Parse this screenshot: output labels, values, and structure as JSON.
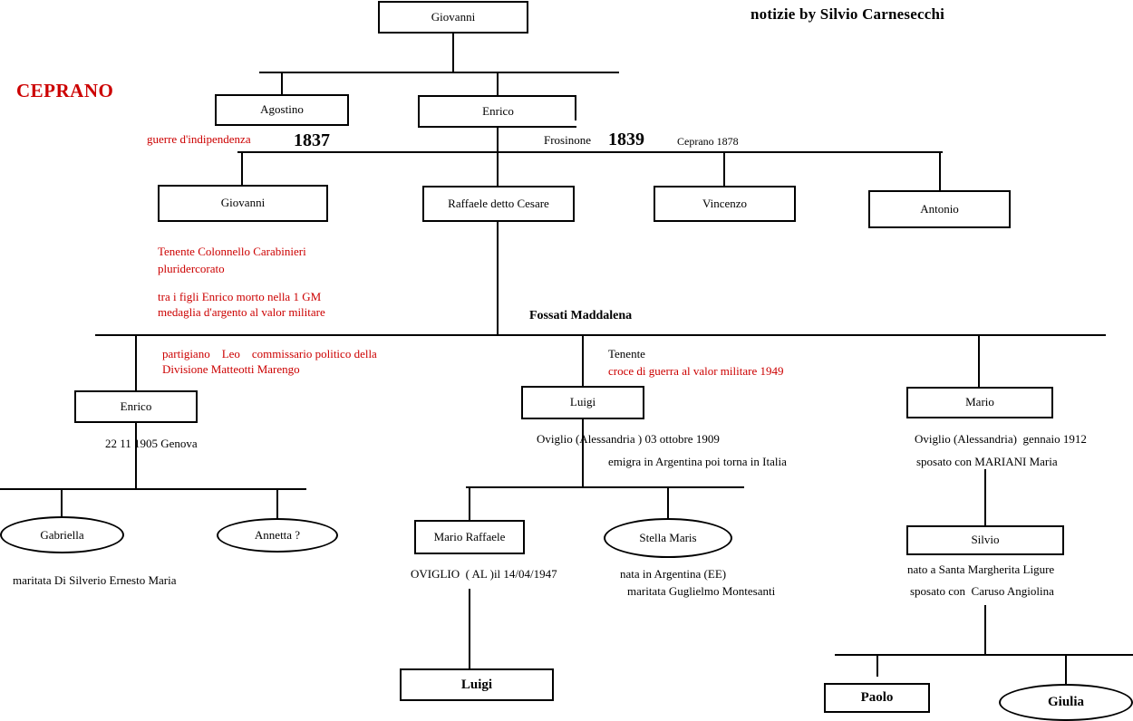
{
  "page": {
    "title_credit": "notizie by Silvio Carnesecchi",
    "place_label": "CEPRANO"
  },
  "colors": {
    "ink": "#000000",
    "red": "#cc0000",
    "paper": "#ffffff"
  },
  "nodes": {
    "giovanni_root": {
      "label": "Giovanni",
      "shape": "box"
    },
    "agostino": {
      "label": "Agostino",
      "shape": "box"
    },
    "enrico_gen2": {
      "label": "Enrico",
      "shape": "box"
    },
    "giovanni_gen3": {
      "label": "Giovanni",
      "shape": "box"
    },
    "raffaele": {
      "label": "Raffaele detto Cesare",
      "shape": "box"
    },
    "vincenzo": {
      "label": "Vincenzo",
      "shape": "box"
    },
    "antonio": {
      "label": "Antonio",
      "shape": "box"
    },
    "enrico_gen4": {
      "label": "Enrico",
      "shape": "box"
    },
    "luigi_gen4": {
      "label": "Luigi",
      "shape": "box"
    },
    "mario_gen4": {
      "label": "Mario",
      "shape": "box"
    },
    "gabriella": {
      "label": "Gabriella",
      "shape": "oval"
    },
    "annetta": {
      "label": "Annetta ?",
      "shape": "oval"
    },
    "mario_raffaele": {
      "label": "Mario Raffaele",
      "shape": "box"
    },
    "stella_maris": {
      "label": "Stella Maris",
      "shape": "oval"
    },
    "silvio": {
      "label": "Silvio",
      "shape": "box"
    },
    "luigi_gen6": {
      "label": "Luigi",
      "shape": "box"
    },
    "paolo": {
      "label": "Paolo",
      "shape": "box"
    },
    "giulia": {
      "label": "Giulia",
      "shape": "oval"
    }
  },
  "annotations": {
    "guerre_indipendenza": "guerre d'indipendenza",
    "year_1837": "1837",
    "frosinone": "Frosinone",
    "year_1839": "1839",
    "ceprano_1878": "Ceprano 1878",
    "giovanni_note_line1": "Tenente Colonnello Carabinieri",
    "giovanni_note_line2": "pluridercorato",
    "giovanni_note_line3": "tra i figli Enrico morto nella 1 GM",
    "giovanni_note_line4": "medaglia d'argento al valor militare",
    "fossati_maddalena": "Fossati Maddalena",
    "enrico_note_line1": "partigiano    Leo    commissario politico della",
    "enrico_note_line2": "Divisione Matteotti Marengo",
    "enrico_birth": "22 11 1905 Genova",
    "luigi_rank": "Tenente",
    "luigi_medal": "croce di guerra al valor militare 1949",
    "luigi_birth": "Oviglio (Alessandria ) 03 ottobre 1909",
    "luigi_emigration": "emigra in Argentina poi torna in Italia",
    "mario_birth": "Oviglio (Alessandria)  gennaio 1912",
    "mario_marriage": "sposato con MARIANI Maria",
    "gabriella_marriage": "maritata Di Silverio Ernesto Maria",
    "mario_raffaele_birth": "OVIGLIO  ( AL )il 14/04/1947",
    "stella_birth": "nata in Argentina (EE)",
    "stella_marriage": "maritata Guglielmo Montesanti",
    "silvio_birth": "nato a Santa Margherita Ligure",
    "silvio_marriage": "sposato con  Caruso Angiolina"
  }
}
